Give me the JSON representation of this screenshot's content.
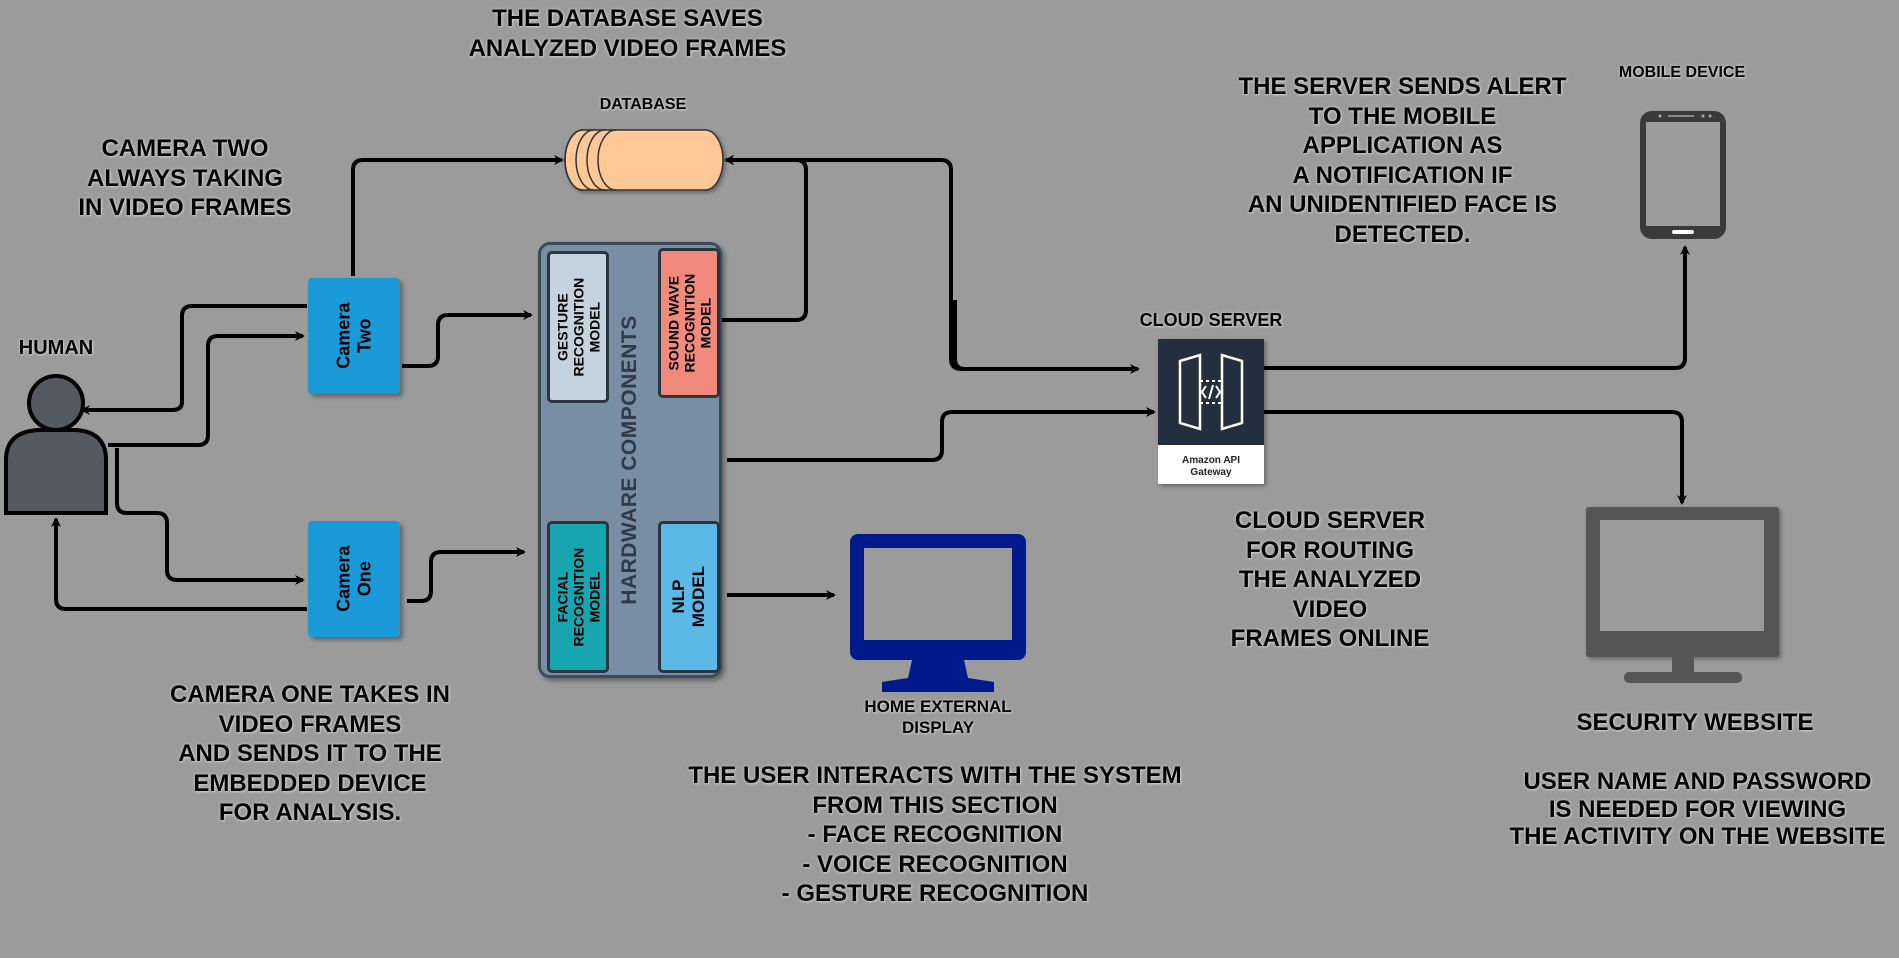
{
  "annotations": {
    "database_note": "THE DATABASE SAVES\nANALYZED VIDEO FRAMES",
    "camera_two_note": "CAMERA TWO\nALWAYS TAKING\nIN VIDEO FRAMES",
    "camera_one_note": "CAMERA ONE TAKES IN\nVIDEO FRAMES\nAND SENDS IT TO THE\nEMBEDDED DEVICE\nFOR ANALYSIS.",
    "server_alert_note": "THE SERVER SENDS ALERT\nTO THE MOBILE\nAPPLICATION AS\nA NOTIFICATION IF\nAN UNIDENTIFIED FACE IS\nDETECTED.",
    "cloud_routing_note": "CLOUD SERVER\nFOR ROUTING\nTHE ANALYZED\nVIDEO\nFRAMES ONLINE",
    "user_interaction_note": "THE USER INTERACTS WITH THE SYSTEM\nFROM THIS SECTION\n- FACE RECOGNITION\n- VOICE RECOGNITION\n- GESTURE RECOGNITION",
    "security_website_title": "SECURITY WEBSITE",
    "credentials_note": "USER NAME AND PASSWORD\nIS NEEDED FOR VIEWING\nTHE ACTIVITY ON THE WEBSITE"
  },
  "nodes": {
    "database": "DATABASE",
    "human": "HUMAN",
    "camera_two": "Camera\nTwo",
    "camera_one": "Camera\nOne",
    "hardware_components": "HARDWARE COMPONENTS",
    "gesture_model": "GESTURE\nRECOGNITION\nMODEL",
    "sound_model": "SOUND WAVE\nRECOGNITION\nMODEL",
    "facial_model": "FACIAL\nRECOGNITION\nMODEL",
    "nlp_model": "NLP MODEL",
    "cloud_server": "CLOUD SERVER",
    "api_gateway": "Amazon API\nGateway",
    "mobile_device": "MOBILE DEVICE",
    "home_display": "HOME EXTERNAL\nDISPLAY"
  },
  "colors": {
    "background": "#9b9b9b",
    "camera": "#1a9ad8",
    "database": "#ffc896",
    "hardware": "#7a8ea3",
    "gesture_model": "#c5d3e0",
    "sound_model": "#f08a7c",
    "facial_model": "#17a6b0",
    "nlp_model": "#5cb8e6",
    "home_display": "#001a8c",
    "security_monitor": "#555555",
    "gateway_dark": "#232f3e"
  }
}
